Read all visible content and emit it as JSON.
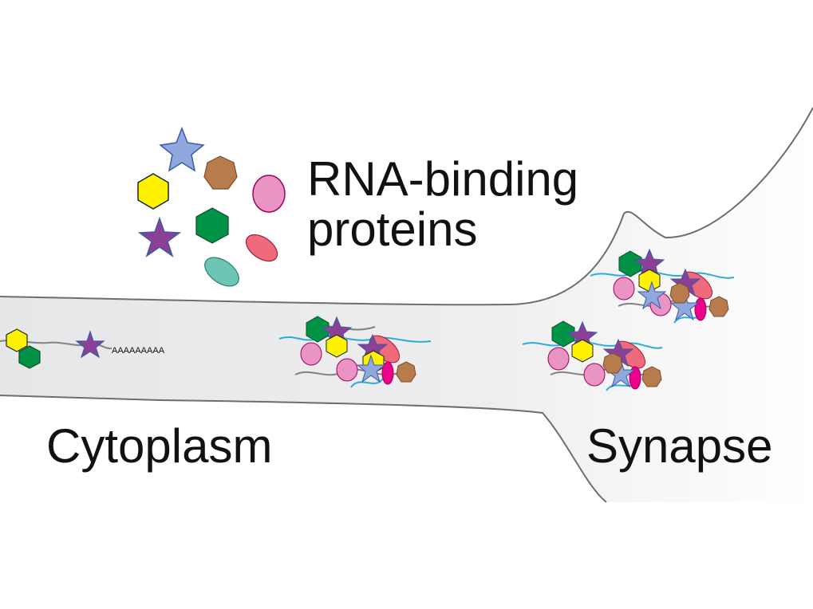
{
  "labels": {
    "rbp_line1": "RNA-binding",
    "rbp_line2": "proteins",
    "cytoplasm": "Cytoplasm",
    "synapse": "Synapse",
    "polya_tail": "AAAAAAAAA"
  },
  "colors": {
    "neurite_fill": "#e6e7e8",
    "neurite_outline": "#6d6e71",
    "blue_star": "#8fa8dd",
    "purple_star": "#8b3f95",
    "yellow_hexagon": "#fff200",
    "green_hexagon": "#009245",
    "brown_heptagon": "#b87c4c",
    "pink_circle": "#ea94c4",
    "red_ellipse": "#ef6a7d",
    "teal_ellipse": "#6cc5b5",
    "magenta_ellipse": "#ec008c",
    "rna_gray": "#808285",
    "rna_cyan": "#29abe2"
  },
  "icons": [
    "star-icon",
    "hexagon-icon",
    "heptagon-icon",
    "circle-icon",
    "ellipse-icon"
  ]
}
